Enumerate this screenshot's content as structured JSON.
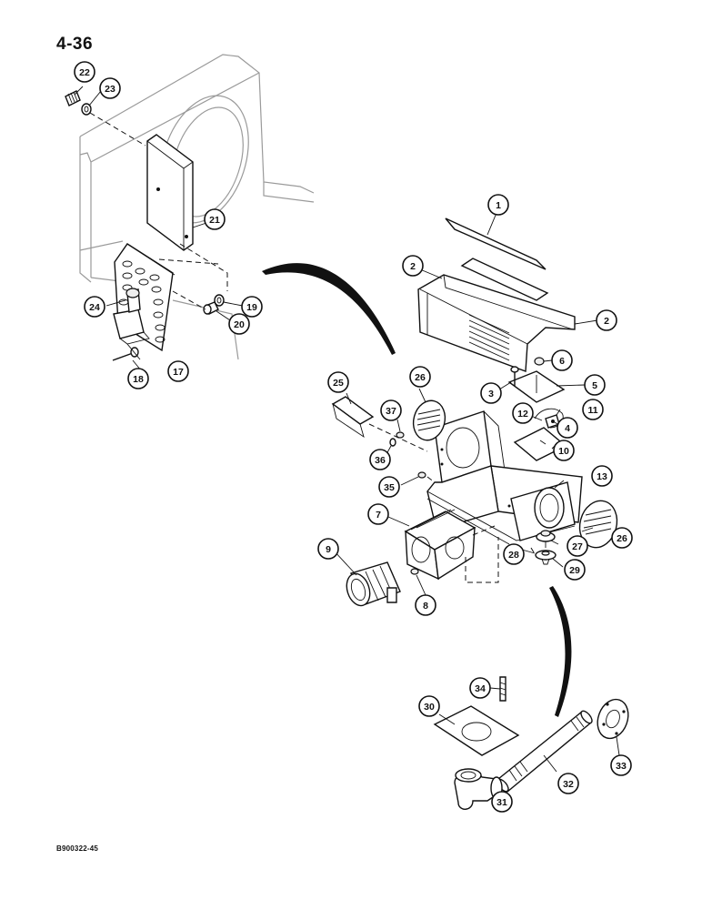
{
  "page_number": "4-36",
  "document_code": "B900322-45",
  "callouts": [
    "1",
    "2",
    "2",
    "3",
    "4",
    "5",
    "6",
    "7",
    "8",
    "9",
    "10",
    "11",
    "12",
    "13",
    "17",
    "18",
    "19",
    "20",
    "21",
    "22",
    "23",
    "24",
    "25",
    "26",
    "26",
    "27",
    "28",
    "29",
    "30",
    "31",
    "32",
    "33",
    "34",
    "35",
    "36",
    "37"
  ]
}
